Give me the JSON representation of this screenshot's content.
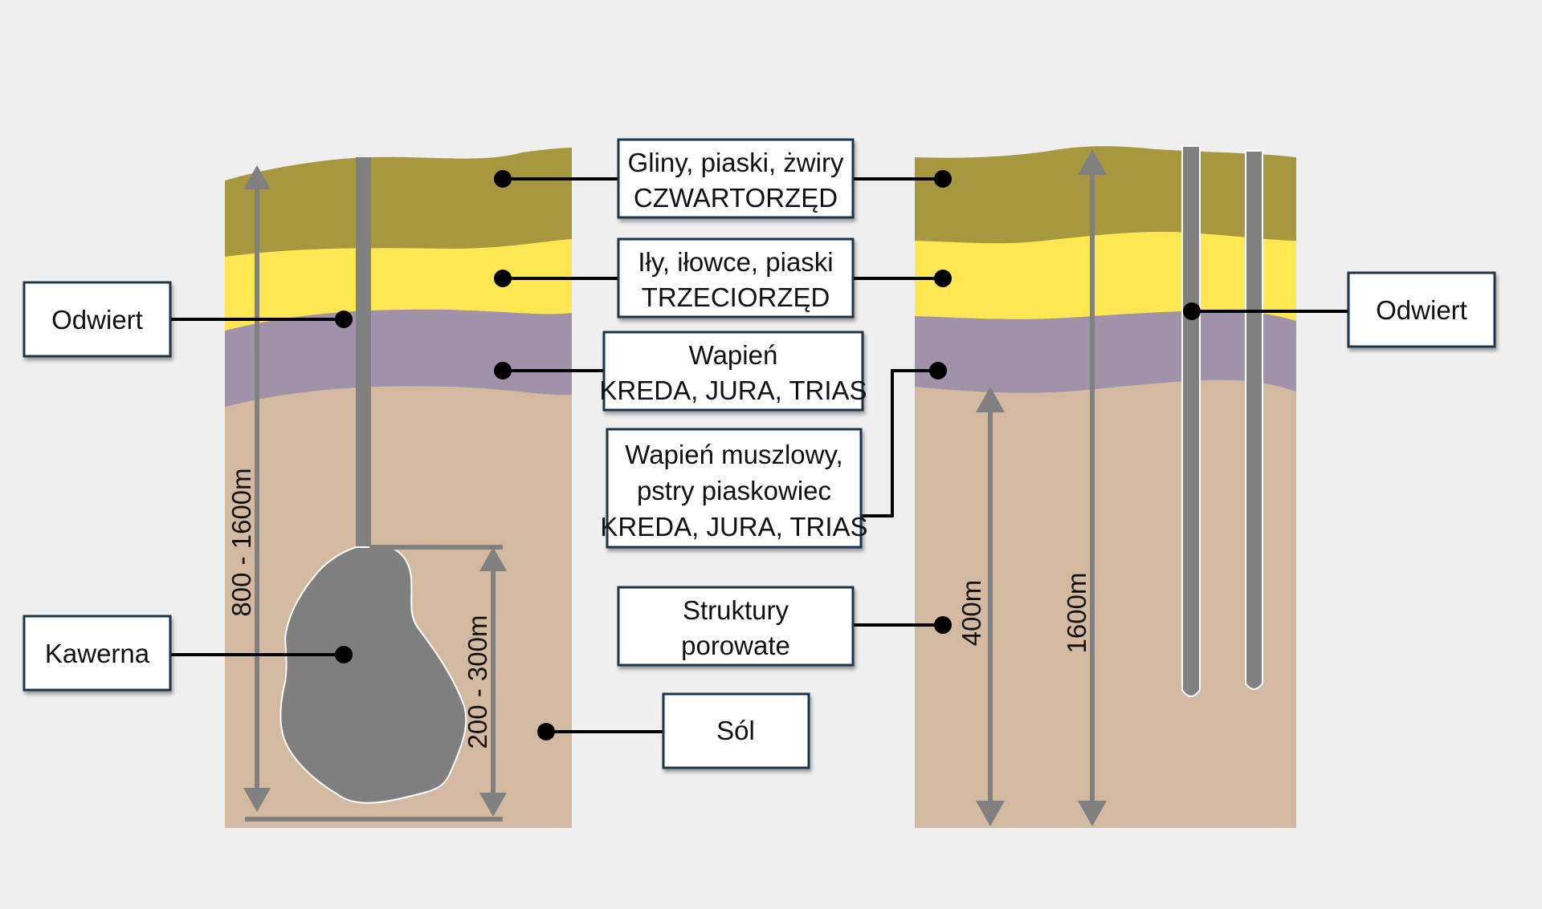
{
  "colors": {
    "background": "#efefef",
    "quaternary": "#a7983f",
    "tertiary": "#fee752",
    "limestone": "#a092a8",
    "salt": "#d3b99f",
    "pipe": "#808080",
    "cavern": "#7f7f7f",
    "arrow": "#808080",
    "connector": "#000000",
    "box_border": "#1d3547"
  },
  "labels": {
    "quaternary": {
      "line1": "Gliny, piaski, żwiry",
      "line2": "CZWARTORZĘD"
    },
    "tertiary": {
      "line1": "Iły, iłowce, piaski",
      "line2": "TRZECIORZĘD"
    },
    "limestone": {
      "line1": "Wapień",
      "line2": "KREDA, JURA, TRIAS"
    },
    "shell_limestone": {
      "line1": "Wapień muszlowy,",
      "line2": "pstry piaskowiec",
      "line3": "KREDA, JURA, TRIAS"
    },
    "porous": {
      "line1": "Struktury",
      "line2": "porowate"
    },
    "salt": "Sól",
    "borehole_left": "Odwiert",
    "borehole_right": "Odwiert",
    "cavern": "Kawerna"
  },
  "dimensions": {
    "cavern_depth": "800 - 1600m",
    "cavern_height": "200 - 300m",
    "porous_depth": "400m",
    "borehole_depth": "1600m"
  }
}
